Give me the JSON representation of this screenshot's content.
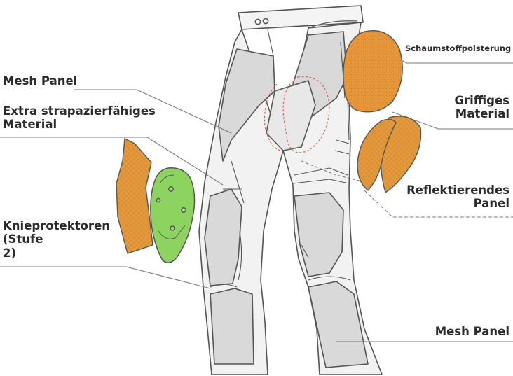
{
  "labels": {
    "schaumstoff": "Schaumstoffpolsterung",
    "mesh_panel_top": "Mesh Panel",
    "extra_material": "Extra strapazierfähiges\nMaterial",
    "griffiges_material": "Griffiges\nMaterial",
    "reflektierendes_panel": "Reflektierendes\nPanel",
    "knieprotektoren": "Knieprotektoren\n(Stufe\n2)",
    "mesh_panel_bottom": "Mesh Panel"
  },
  "colors": {
    "outline": "#555555",
    "pant_fill": "#f2f2f2",
    "panel_fill": "#d9d9d9",
    "foam_orange": "#e8963a",
    "grip_orange": "#e49a3c",
    "knee_green": "#8dd35f",
    "text": "#2b2b2b",
    "leader_line": "#7a7a7a",
    "dashed_red": "#d9634a"
  },
  "icons": [
    "foam-pad-icon",
    "grip-pad-icon",
    "knee-protector-icon",
    "knee-shell-icon"
  ]
}
